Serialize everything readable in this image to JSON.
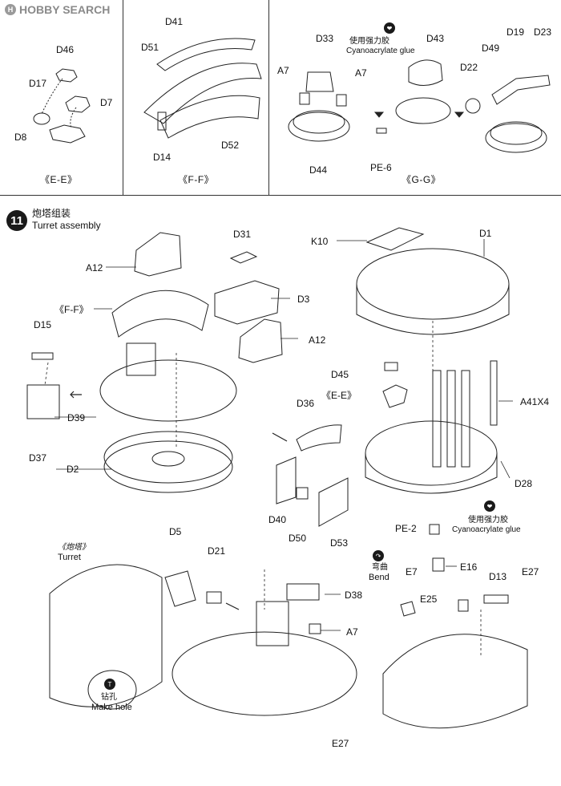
{
  "logo": {
    "text": "HOBBY SEARCH"
  },
  "panels": {
    "ee": {
      "caption": "《E-E》",
      "labels": {
        "D46": "D46",
        "D17": "D17",
        "D7": "D7",
        "D8": "D8"
      }
    },
    "ff": {
      "caption": "《F-F》",
      "labels": {
        "D41": "D41",
        "D51": "D51",
        "D14": "D14",
        "D52": "D52"
      }
    },
    "gg": {
      "caption": "《G-G》",
      "glue_cn": "使用强力胶",
      "glue_en": "Cyanoacrylate glue",
      "labels": {
        "D33": "D33",
        "D43": "D43",
        "A7a": "A7",
        "A7b": "A7",
        "D44": "D44",
        "PE6": "PE-6",
        "D19": "D19",
        "D23": "D23",
        "D49": "D49",
        "D22": "D22"
      }
    }
  },
  "step": {
    "number": "11",
    "title_cn": "炮塔组装",
    "title_en": "Turret assembly"
  },
  "main": {
    "labels": {
      "D31": "D31",
      "A12a": "A12",
      "FF": "《F-F》",
      "D3": "D3",
      "A12b": "A12",
      "D15": "D15",
      "D39": "D39",
      "D37": "D37",
      "D2": "D2",
      "K10": "K10",
      "D1": "D1",
      "D45": "D45",
      "EE": "《E-E》",
      "A41X4": "A41X4",
      "D36": "D36",
      "D28": "D28",
      "D40": "D40",
      "D50": "D50",
      "D53": "D53"
    }
  },
  "bottom": {
    "turret_cn": "《炮塔》",
    "turret_en": "Turret",
    "make_hole_cn": "钻孔",
    "make_hole_en": "Make hole",
    "labels": {
      "D5": "D5",
      "D21": "D21",
      "D38": "D38",
      "A7": "A7"
    },
    "right": {
      "PE2": "PE-2",
      "glue_cn": "使用强力胶",
      "glue_en": "Cyanoacrylate glue",
      "bend_cn": "弯曲",
      "bend_en": "Bend",
      "E16": "E16",
      "E7": "E7",
      "E25": "E25",
      "D13": "D13",
      "E27a": "E27",
      "E27b": "E27"
    }
  },
  "icons": [
    "glue-icon",
    "bend-icon",
    "drill-icon",
    "arrow-icon"
  ]
}
